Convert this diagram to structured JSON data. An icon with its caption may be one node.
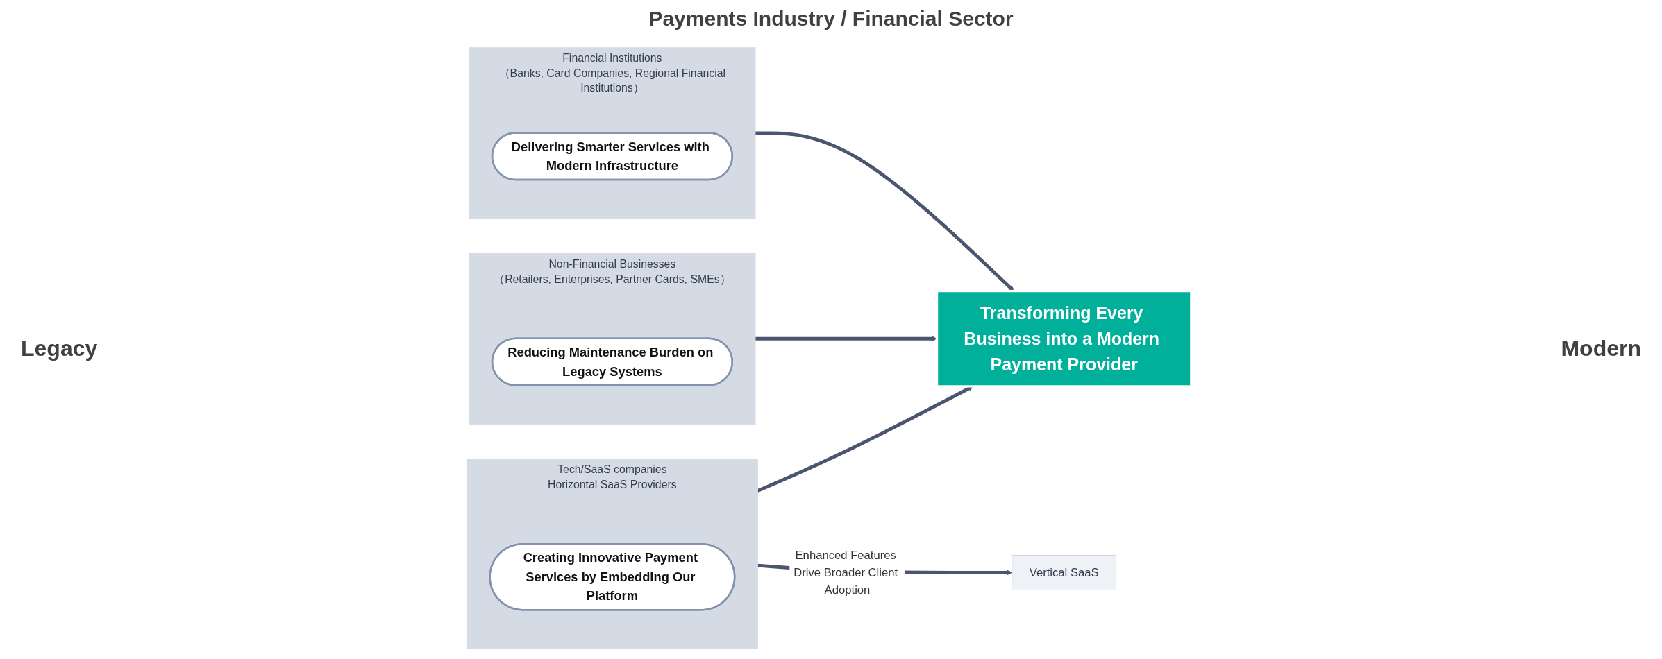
{
  "diagram": {
    "nodes": [
      {
        "text": [
          "Financial Institutions",
          "（Banks, Card Companies, Regional Financial Institutions）"
        ]
      },
      {
        "text": [
          "Delivering Smarter Services with Modern Infrastructure"
        ],
        "in": 0
      },
      {
        "text": [
          "Transforming Every Business into a Modern Payment Provider"
        ]
      },
      {
        "text": [
          "Non-Financial Businesses",
          "（Retailers, Enterprises, Partner Cards, SMEs）"
        ]
      },
      {
        "text": [
          "Reducing Maintenance Burden on Legacy Systems"
        ],
        "in": 3
      },
      {
        "text": [
          "Vertical SaaS"
        ]
      },
      {
        "text": [
          "Tech/SaaS companies",
          "Horizontal SaaS Providers"
        ]
      },
      {
        "text": [
          "Creating Innovative Payment Services by Embedding Our Platform"
        ],
        "in": 6
      }
    ],
    "edges": [
      {
        "from": 0,
        "to": 2,
        "arrow": "to"
      },
      {
        "from": 3,
        "to": 2,
        "arrow": "to"
      },
      {
        "from": 6,
        "to": 2,
        "arrow": "to"
      },
      {
        "from": 6,
        "to": 5,
        "arrow": "to",
        "label": "Enhanced Features Drive Broader Client Adoption"
      }
    ],
    "labels": [
      "Payments Industry / Financial Sector",
      "Legacy",
      "Modern"
    ]
  }
}
